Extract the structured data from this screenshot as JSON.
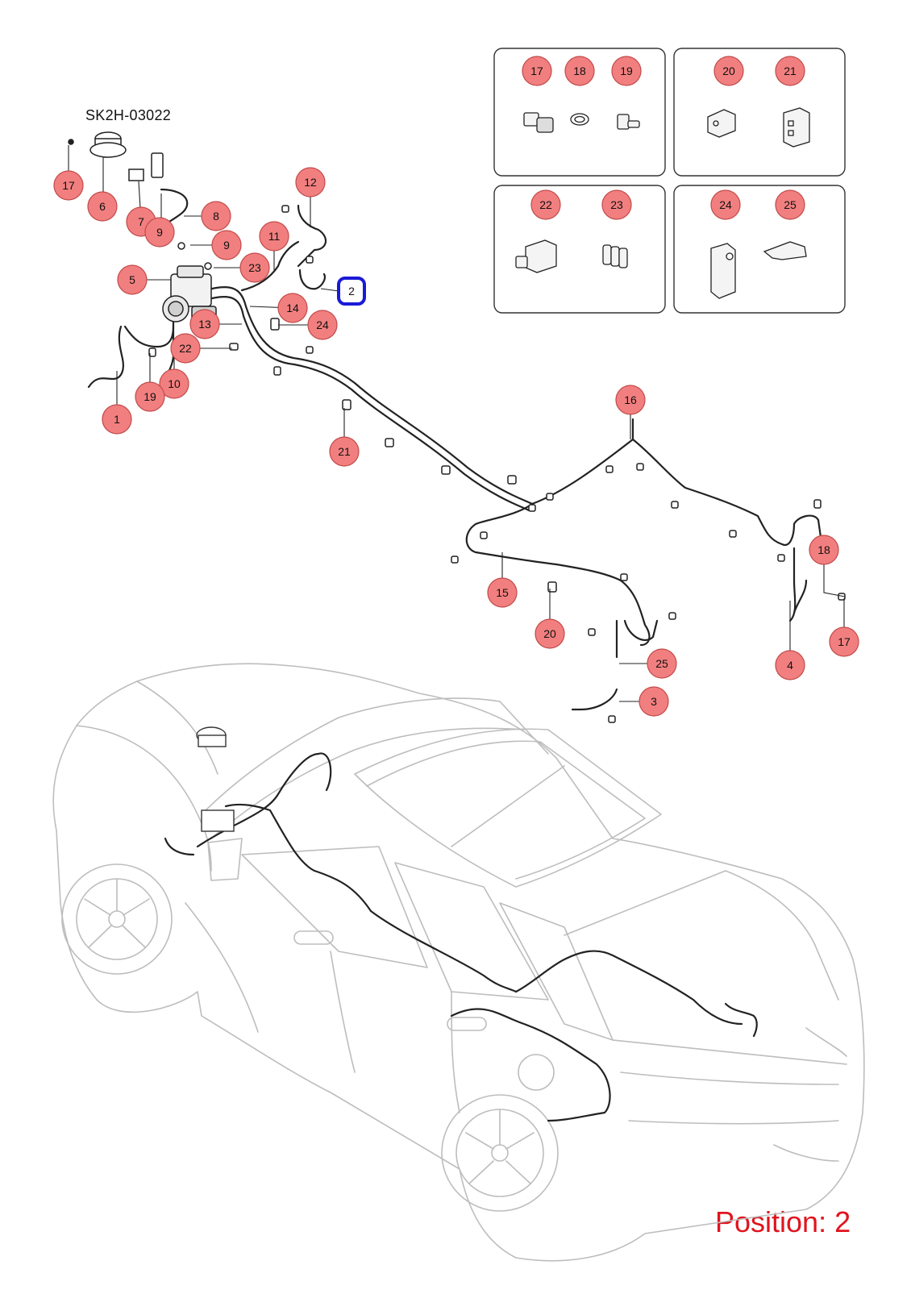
{
  "diagram_id": "SK2H-03022",
  "position_label": "Position: 2",
  "selected_callout": "2",
  "colors": {
    "callout_fill": "#f27f7f",
    "callout_stroke": "#c24a4a",
    "selected_stroke": "#1a1ad8",
    "position_text": "#e0141e",
    "line_art": "#222222",
    "car_outline": "#b8b8b8"
  },
  "callouts": [
    {
      "label": "17",
      "part": "17",
      "kind": "main"
    },
    {
      "label": "6",
      "part": "6",
      "kind": "main"
    },
    {
      "label": "7",
      "part": "7",
      "kind": "main"
    },
    {
      "label": "9",
      "part": "9",
      "kind": "main"
    },
    {
      "label": "8",
      "part": "8",
      "kind": "main"
    },
    {
      "label": "9",
      "part": "9",
      "kind": "main"
    },
    {
      "label": "12",
      "part": "12",
      "kind": "main"
    },
    {
      "label": "11",
      "part": "11",
      "kind": "main"
    },
    {
      "label": "23",
      "part": "23",
      "kind": "main"
    },
    {
      "label": "5",
      "part": "5",
      "kind": "main"
    },
    {
      "label": "2",
      "part": "2",
      "kind": "selected"
    },
    {
      "label": "14",
      "part": "14",
      "kind": "main"
    },
    {
      "label": "13",
      "part": "13",
      "kind": "main"
    },
    {
      "label": "24",
      "part": "24",
      "kind": "main"
    },
    {
      "label": "22",
      "part": "22",
      "kind": "main"
    },
    {
      "label": "10",
      "part": "10",
      "kind": "main"
    },
    {
      "label": "19",
      "part": "19",
      "kind": "main"
    },
    {
      "label": "1",
      "part": "1",
      "kind": "main"
    },
    {
      "label": "21",
      "part": "21",
      "kind": "main"
    },
    {
      "label": "16",
      "part": "16",
      "kind": "main"
    },
    {
      "label": "15",
      "part": "15",
      "kind": "main"
    },
    {
      "label": "20",
      "part": "20",
      "kind": "main"
    },
    {
      "label": "18",
      "part": "18",
      "kind": "main"
    },
    {
      "label": "17",
      "part": "17",
      "kind": "main"
    },
    {
      "label": "4",
      "part": "4",
      "kind": "main"
    },
    {
      "label": "25",
      "part": "25",
      "kind": "main"
    },
    {
      "label": "3",
      "part": "3",
      "kind": "main"
    }
  ],
  "detail_boxes": [
    {
      "name": "detail-box-a",
      "callouts": [
        "17",
        "18",
        "19"
      ]
    },
    {
      "name": "detail-box-b",
      "callouts": [
        "20",
        "21"
      ]
    },
    {
      "name": "detail-box-c",
      "callouts": [
        "22",
        "23"
      ]
    },
    {
      "name": "detail-box-d",
      "callouts": [
        "24",
        "25"
      ]
    }
  ]
}
